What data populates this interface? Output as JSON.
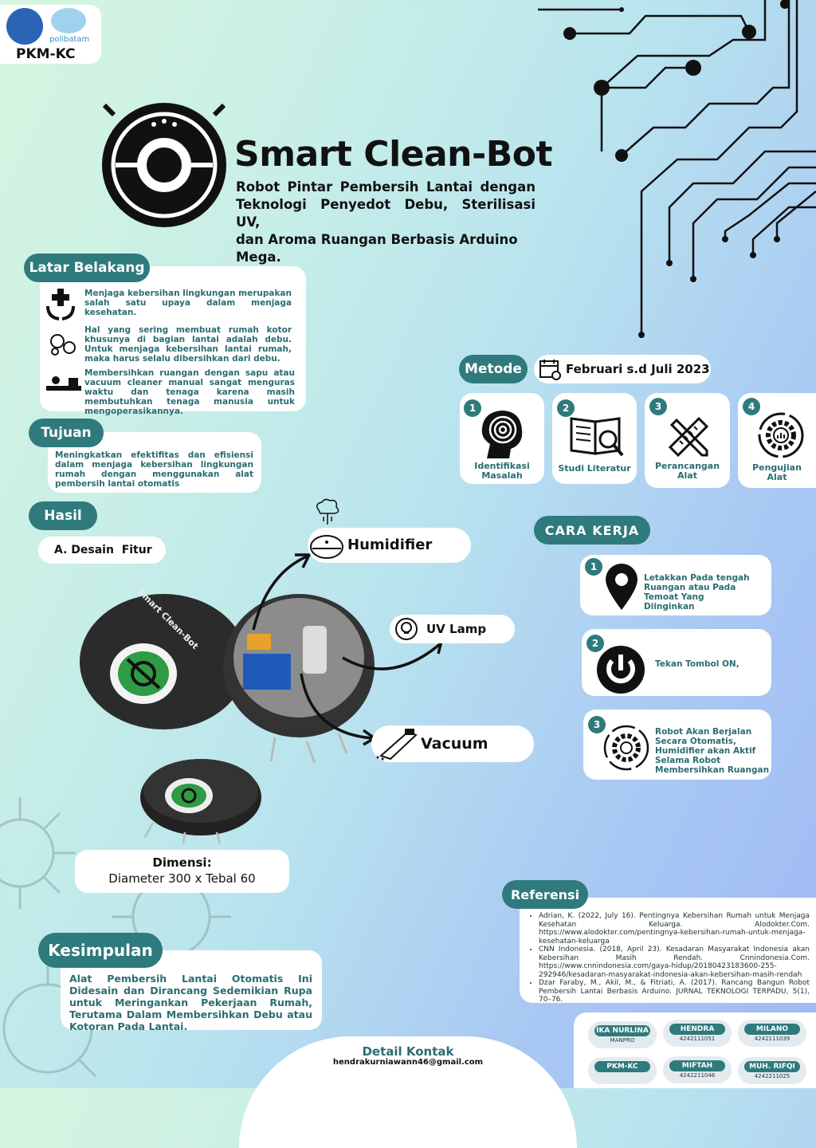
{
  "header": {
    "brand_sub": "polibatam",
    "badge": "PKM-KC",
    "title": "Smart Clean-Bot",
    "subtitle_line1": "Robot Pintar Pembersih Lantai dengan",
    "subtitle_line2": "Teknologi Penyedot Debu, Sterilisasi UV,",
    "subtitle_line3": "dan Aroma Ruangan Berbasis Arduino Mega."
  },
  "latar": {
    "heading": "Latar Belakang",
    "items": [
      "Menjaga kebersihan lingkungan merupakan salah satu upaya dalam menjaga kesehatan.",
      "Hal yang sering membuat rumah kotor khusunya di bagian lantai adalah debu. Untuk menjaga kebersihan lantai rumah, maka harus selalu dibersihkan dari debu.",
      "Membersihkan ruangan dengan sapu atau vacuum cleaner manual sangat menguras waktu dan tenaga karena masih membutuhkan tenaga manusia untuk mengoperasikannya."
    ]
  },
  "tujuan": {
    "heading": "Tujuan",
    "text": "Meningkatkan efektifitas dan efisiensi dalam menjaga kebersihan lingkungan rumah dengan menggunakan alat pembersih lantai otomatis"
  },
  "hasil": {
    "heading": "Hasil",
    "sub": "A. Desain  Fitur",
    "features": [
      "Humidifier",
      "UV Lamp",
      "Vacuum"
    ],
    "robot_label": "Smart Clean-Bot",
    "dimensi_label": "Dimensi:",
    "dimensi_value": "Diameter 300 x Tebal 60"
  },
  "metode": {
    "heading": "Metode",
    "date": "Februari s.d Juli 2023",
    "steps": [
      {
        "num": "1",
        "label1": "Identifikasi",
        "label2": "Masalah"
      },
      {
        "num": "2",
        "label1": "Studi Literatur",
        "label2": ""
      },
      {
        "num": "3",
        "label1": "Perancangan",
        "label2": "Alat"
      },
      {
        "num": "4",
        "label1": "Pengujian",
        "label2": "Alat"
      }
    ]
  },
  "cara": {
    "heading": "CARA KERJA",
    "steps": [
      {
        "num": "1",
        "text": "Letakkan Pada tengah Ruangan atau Pada Temoat Yang Diinginkan"
      },
      {
        "num": "2",
        "text": "Tekan Tombol ON,"
      },
      {
        "num": "3",
        "text": "Robot Akan Berjalan Secara Otomatis, Humidifier akan Aktif Selama Robot Membersihkan Ruangan"
      }
    ]
  },
  "referensi": {
    "heading": "Referensi",
    "items": [
      "Adrian, K. (2022, July 16). Pentingnya Kebersihan Rumah untuk Menjaga Kesehatan Keluarga. Alodokter.Com. https://www.alodokter.com/pentingnya-kebersihan-rumah-untuk-menjaga-kesehatan-keluarga",
      "CNN Indonesia. (2018, April 23). Kesadaran Masyarakat Indonesia akan Kebersihan Masih Rendah. Cnnindonesia.Com. https://www.cnnindonesia.com/gaya-hidup/20180423183600-255-292946/kesadaran-masyarakat-indonesia-akan-kebersihan-masih-rendah",
      "Dzar Faraby, M., Akil, M., & Fitriati, A. (2017). Rancang Bangun Robot Pembersih Lantai Berbasis Arduino. JURNAL TEKNOLOGI TERPADU, 5(1), 70–76."
    ]
  },
  "kesimpulan": {
    "heading": "Kesimpulan",
    "text": "Alat Pembersih Lantai Otomatis Ini Didesain dan Dirancang Sedemikian Rupa untuk Meringankan Pekerjaan Rumah, Terutama Dalam Membersihkan Debu atau Kotoran Pada Lantai."
  },
  "kontak": {
    "heading": "Detail Kontak",
    "email": "hendrakurniawann46@gmail.com"
  },
  "team": [
    {
      "name": "IKA NURLINA",
      "id": "MANPRO"
    },
    {
      "name": "HENDRA",
      "id": "4242111051"
    },
    {
      "name": "MILANO",
      "id": "4242111039"
    },
    {
      "name": "PKM-KC",
      "id": ""
    },
    {
      "name": "MIFTAH",
      "id": "4242211046"
    },
    {
      "name": "MUH. RIFQI",
      "id": "4242211025"
    }
  ],
  "colors": {
    "accent": "#2f7a7c",
    "dark": "#111111",
    "robot_green": "#2f9b45"
  }
}
